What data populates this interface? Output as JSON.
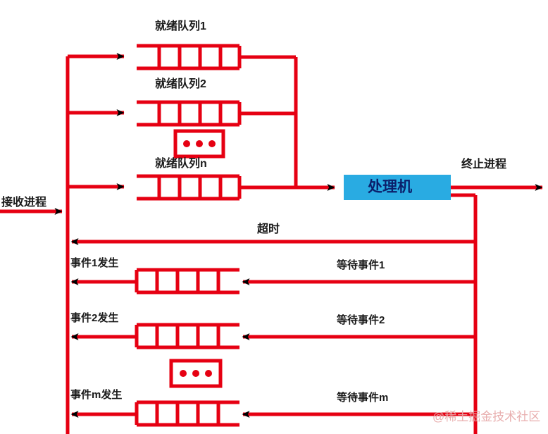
{
  "diagram": {
    "title_text": "",
    "colors": {
      "line": "#e60012",
      "line_dark": "#c00000",
      "arrow": "#000000",
      "processor_fill": "#29ABE2",
      "processor_text": "#0b1f6b",
      "label_text": "#1a1a1a",
      "watermark": "#e7aaaa",
      "background": "#ffffff"
    },
    "labels": {
      "incoming_process": "接收进程",
      "ready_queue_1": "就绪队列1",
      "ready_queue_2": "就绪队列2",
      "ready_queue_n": "就绪队列n",
      "processor": "处理机",
      "terminate_process": "终止进程",
      "timeout": "超时",
      "event_1_occurs": "事件1发生",
      "event_2_occurs": "事件2发生",
      "event_m_occurs": "事件m发生",
      "wait_event_1": "等待事件1",
      "wait_event_2": "等待事件2",
      "wait_event_m": "等待事件m",
      "ellipsis": "•••"
    },
    "ready_queues": [
      {
        "name": "就绪队列1",
        "cells": 4
      },
      {
        "name": "就绪队列2",
        "cells": 4
      },
      {
        "name": "就绪队列n",
        "cells": 4
      }
    ],
    "event_queues": [
      {
        "name": "事件1发生",
        "wait_label": "等待事件1",
        "cells": 4
      },
      {
        "name": "事件2发生",
        "wait_label": "等待事件2",
        "cells": 4
      },
      {
        "name": "事件m发生",
        "wait_label": "等待事件m",
        "cells": 4
      }
    ],
    "watermark": "@稀土掘金技术社区"
  }
}
